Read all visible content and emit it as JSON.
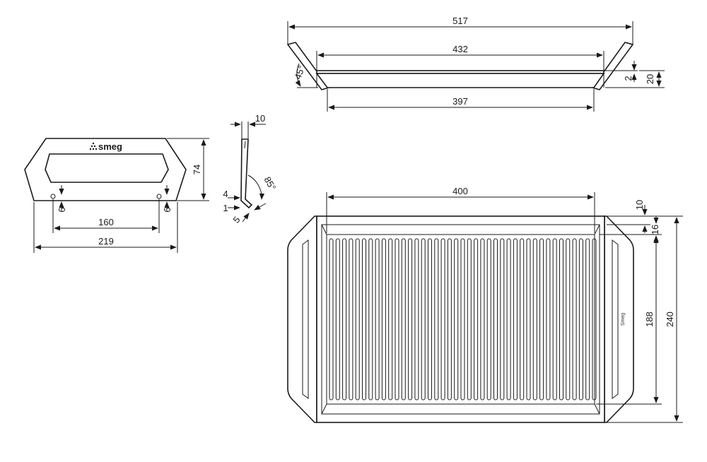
{
  "brand": {
    "logo_text": "smeg",
    "logo_icon": "dot-grid-icon",
    "engraving_text": "Smeg"
  },
  "dimensions": {
    "top_overall_width": "517",
    "top_inner_width": "432",
    "top_base_width": "397",
    "top_height": "20",
    "top_rim": "2",
    "top_angle": "45°",
    "handle_height": "74",
    "handle_hole_left": "6",
    "handle_hole_right": "6",
    "handle_hole_spacing": "160",
    "handle_width": "219",
    "profile_top": "10",
    "profile_angle": "85°",
    "profile_4": "4",
    "profile_1": "1",
    "profile_5": "5",
    "plan_inner_width": "400",
    "plan_edge_10": "10",
    "plan_edge_16": "16",
    "plan_inner_depth": "188",
    "plan_overall_depth": "240"
  },
  "colors": {
    "line": "#1a1a1a",
    "background": "#ffffff"
  }
}
